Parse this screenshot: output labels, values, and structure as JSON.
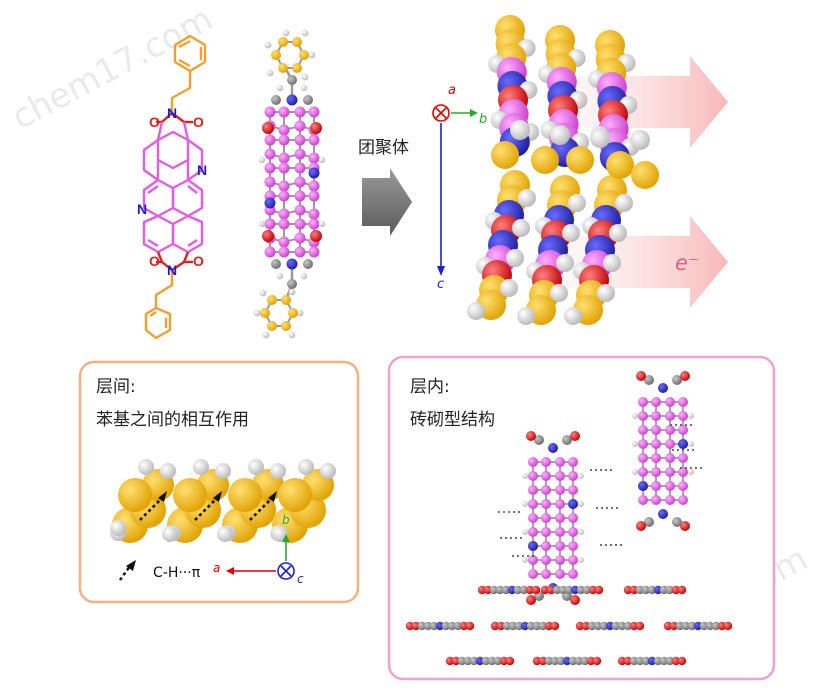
{
  "process_label": "团聚体",
  "axes_top": {
    "a": "a",
    "b": "b",
    "c": "c"
  },
  "electron_label": "e⁻",
  "interlayer": {
    "title": "层间:",
    "subtitle": "苯基之间的相互作用",
    "interaction": "C-H···π",
    "axis_a": "a",
    "axis_b": "b",
    "axis_c": "c"
  },
  "intralayer": {
    "title": "层内:",
    "subtitle": "砖砌型结构"
  },
  "atoms": {
    "N": "N",
    "O": "O"
  },
  "watermark": "chem17.com",
  "colors": {
    "carbon_core": "#e45ce4",
    "oxygen": "#e00000",
    "nitrogen": "#2828c8",
    "phenyl": "#f0a030",
    "hydrogen": "#f2f2f2",
    "grey_carbon": "#8c8c8c",
    "left_box_border": "#f4b183",
    "right_box_border": "#f2a0d2",
    "arrow_grey": "#7f7f7f",
    "axis_blue": "#1f1fcc",
    "axis_green": "#2aa82a",
    "axis_red": "#e00000"
  }
}
